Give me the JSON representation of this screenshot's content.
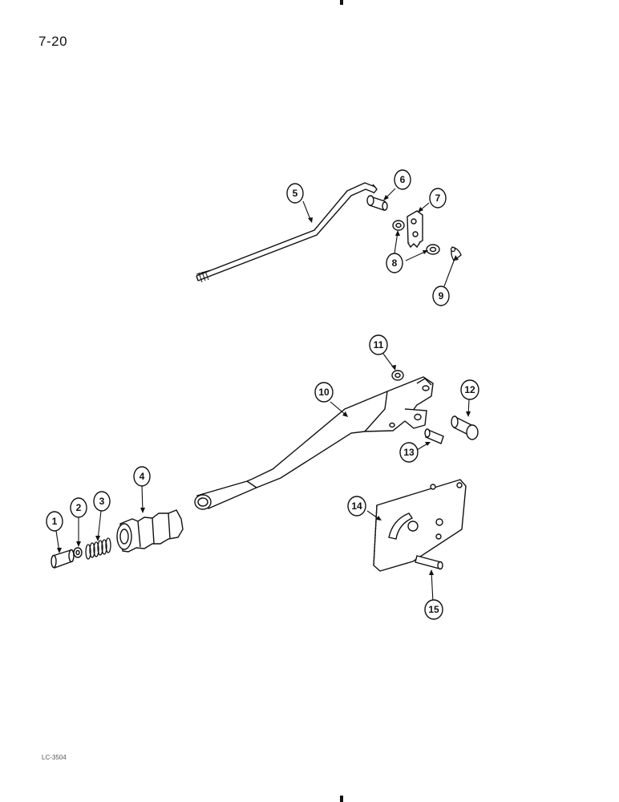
{
  "page": {
    "page_number": "7-20",
    "figure_code": "LC-3504"
  },
  "callouts": [
    {
      "label": "1"
    },
    {
      "label": "2"
    },
    {
      "label": "3"
    },
    {
      "label": "4"
    },
    {
      "label": "5"
    },
    {
      "label": "6"
    },
    {
      "label": "7"
    },
    {
      "label": "8"
    },
    {
      "label": "9"
    },
    {
      "label": "10"
    },
    {
      "label": "11"
    },
    {
      "label": "12"
    },
    {
      "label": "13"
    },
    {
      "label": "14"
    },
    {
      "label": "15"
    }
  ],
  "colors": {
    "line": "#111111",
    "paper": "#ffffff",
    "shade": "#cfcfcf"
  }
}
